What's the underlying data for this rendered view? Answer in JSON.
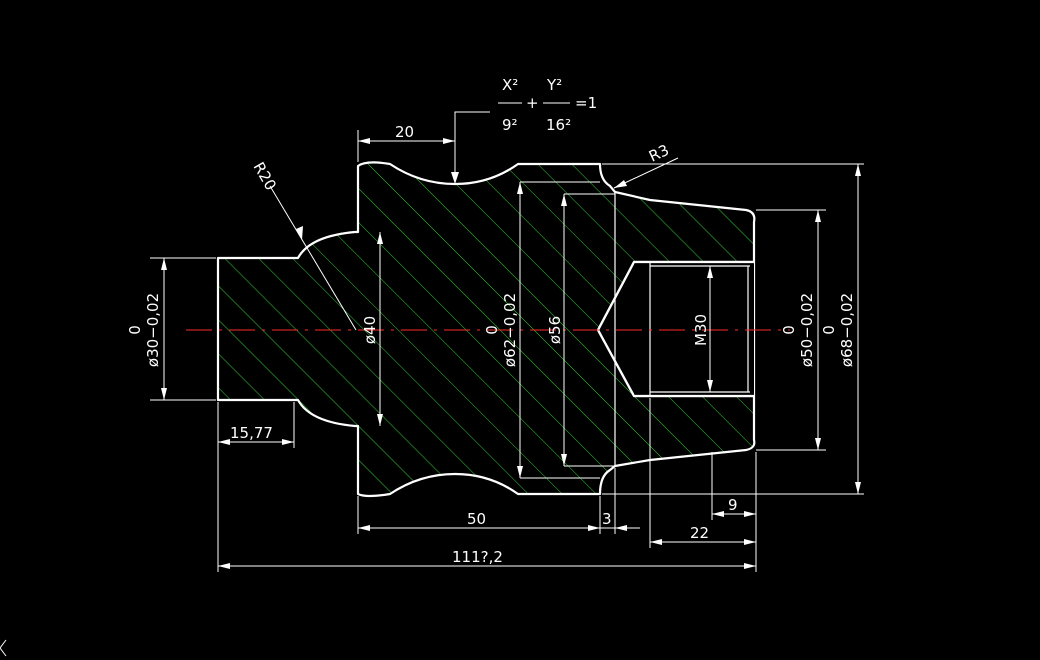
{
  "drawing": {
    "background_color": "#000000",
    "line_color": "#ffffff",
    "hatch_color": "#33cc33",
    "centerline_color": "#ff2a2a",
    "formula": {
      "x_num": "X²",
      "x_den": "9²",
      "plus": "+",
      "y_num": "Y²",
      "y_den": "16²",
      "equals": "=1"
    },
    "dimensions": {
      "len_20": "20",
      "radius_r20": "R20",
      "radius_r3": "R3",
      "dia_30_upper": "0",
      "dia_30": "ø30−0,02",
      "dia_40": "ø40",
      "dia_62_upper": "0",
      "dia_62": "ø62−0,02",
      "dia_56": "ø56",
      "thread_m30": "M30",
      "dia_50_upper": "0",
      "dia_50": "ø50−0,02",
      "dia_68_upper": "0",
      "dia_68": "ø68−0,02",
      "len_15_77": "15,77",
      "len_50": "50",
      "len_3": "3",
      "len_9": "9",
      "len_22": "22",
      "len_total": "111?,2"
    }
  }
}
